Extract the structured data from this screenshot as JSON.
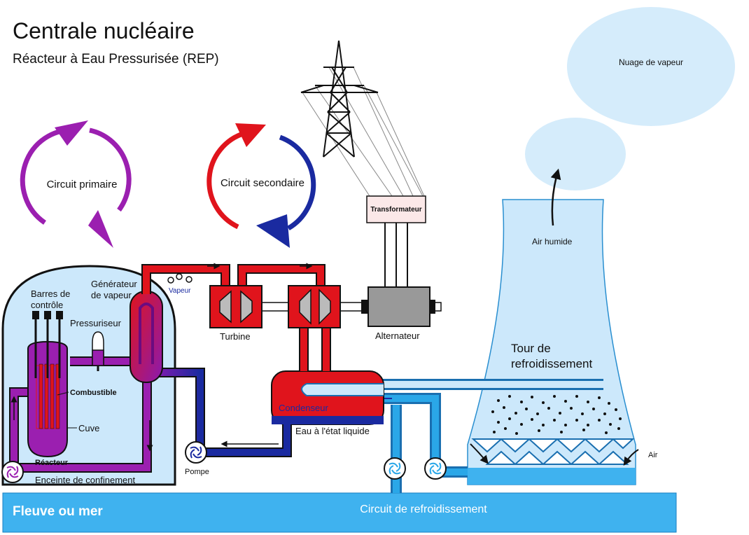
{
  "title": "Centrale nucléaire",
  "subtitle": "Réacteur à Eau Pressurisée (REP)",
  "labels": {
    "circuit_primaire": "Circuit primaire",
    "circuit_secondaire": "Circuit secondaire",
    "barres_de": "Barres de",
    "controle": "contrôle",
    "pressuriseur": "Pressuriseur",
    "generateur": "Générateur",
    "de_vapeur": "de vapeur",
    "vapeur": "Vapeur",
    "combustible": "Combustible",
    "cuve": "Cuve",
    "reacteur": "Réacteur",
    "enceinte": "Enceinte de confinement",
    "pompe": "Pompe",
    "turbine": "Turbine",
    "alternateur": "Alternateur",
    "transformateur": "Transformateur",
    "condenseur": "Condenseur",
    "eau_liquide": "Eau à l'état liquide",
    "tour_de": "Tour de",
    "refroidissement": "refroidissement",
    "air_humide": "Air humide",
    "air": "Air",
    "nuage": "Nuage de vapeur",
    "fleuve": "Fleuve ou mer",
    "circuit_refroidissement": "Circuit de refroidissement"
  },
  "colors": {
    "primary_circuit": "#9b1fb0",
    "secondary_hot": "#e0141c",
    "secondary_cold": "#1a2aa0",
    "cooling": "#2aa7e8",
    "river": "#3fb2ef",
    "tower": "#cce8fb",
    "cloud": "#d5ecfb"
  }
}
